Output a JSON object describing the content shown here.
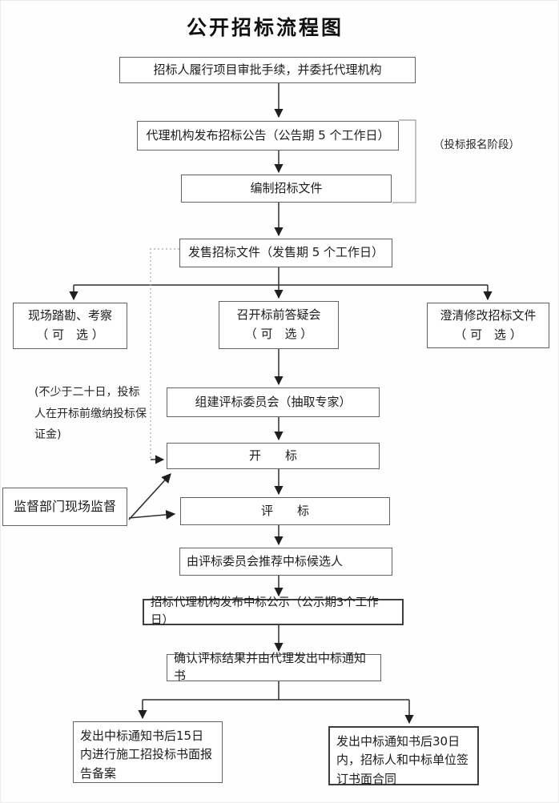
{
  "title": "公开招标流程图",
  "nodes": {
    "approval": {
      "label": "招标人履行项目审批手续，并委托代理机构"
    },
    "announce": {
      "label": "代理机构发布招标公告（公告期 5 个工作日）"
    },
    "prepare": {
      "label": "编制招标文件"
    },
    "sell": {
      "label": "发售招标文件（发售期 5 个工作日）"
    },
    "site_visit": {
      "label": "现场踏勘、考察",
      "sub": "（ 可　选 ）"
    },
    "qa": {
      "label": "召开标前答疑会",
      "sub": "（ 可　选 ）"
    },
    "clarify": {
      "label": "澄清修改招标文件",
      "sub": "（ 可　选 ）"
    },
    "committee": {
      "label": "组建评标委员会（抽取专家）"
    },
    "open_bid": {
      "label": "开　　标"
    },
    "supervise": {
      "label": "监督部门现场监督"
    },
    "evaluate": {
      "label": "评　　标"
    },
    "recommend": {
      "label": "由评标委员会推荐中标候选人"
    },
    "publicity": {
      "label": "招标代理机构发布中标公示（公示期3个工作日）"
    },
    "confirm": {
      "label": "确认评标结果并由代理发出中标通知书"
    },
    "report": {
      "label": "发出中标通知书后15日内进行施工招投标书面报告备案"
    },
    "contract": {
      "label": "发出中标通知书后30日内，招标人和中标单位签订书面合同"
    }
  },
  "annotations": {
    "registration_phase": "（投标报名阶段）",
    "deposit_note": "(不少于二十日，投标人在开标前缴纳投标保证金)"
  },
  "colors": {
    "line": "#2e2e2e",
    "light_line": "#9a9a9a",
    "box_border": "#636363"
  }
}
